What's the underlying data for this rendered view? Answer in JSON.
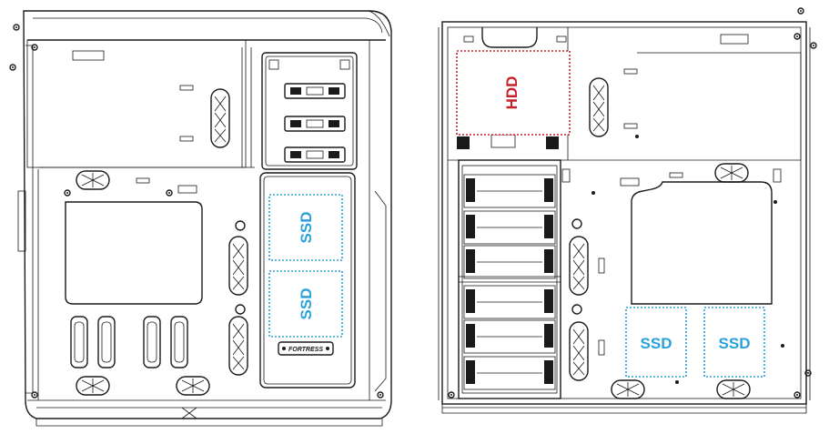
{
  "colors": {
    "ssd": "#2aa0dc",
    "hdd": "#c8202a",
    "line": "#1a1a1a"
  },
  "left_panel": {
    "ssd_zones": [
      {
        "label": "SSD"
      },
      {
        "label": "SSD"
      }
    ],
    "badge": {
      "label": "FORTRESS"
    }
  },
  "right_panel": {
    "hdd_zone": {
      "label": "HDD"
    },
    "ssd_zones": [
      {
        "label": "SSD"
      },
      {
        "label": "SSD"
      }
    ]
  }
}
